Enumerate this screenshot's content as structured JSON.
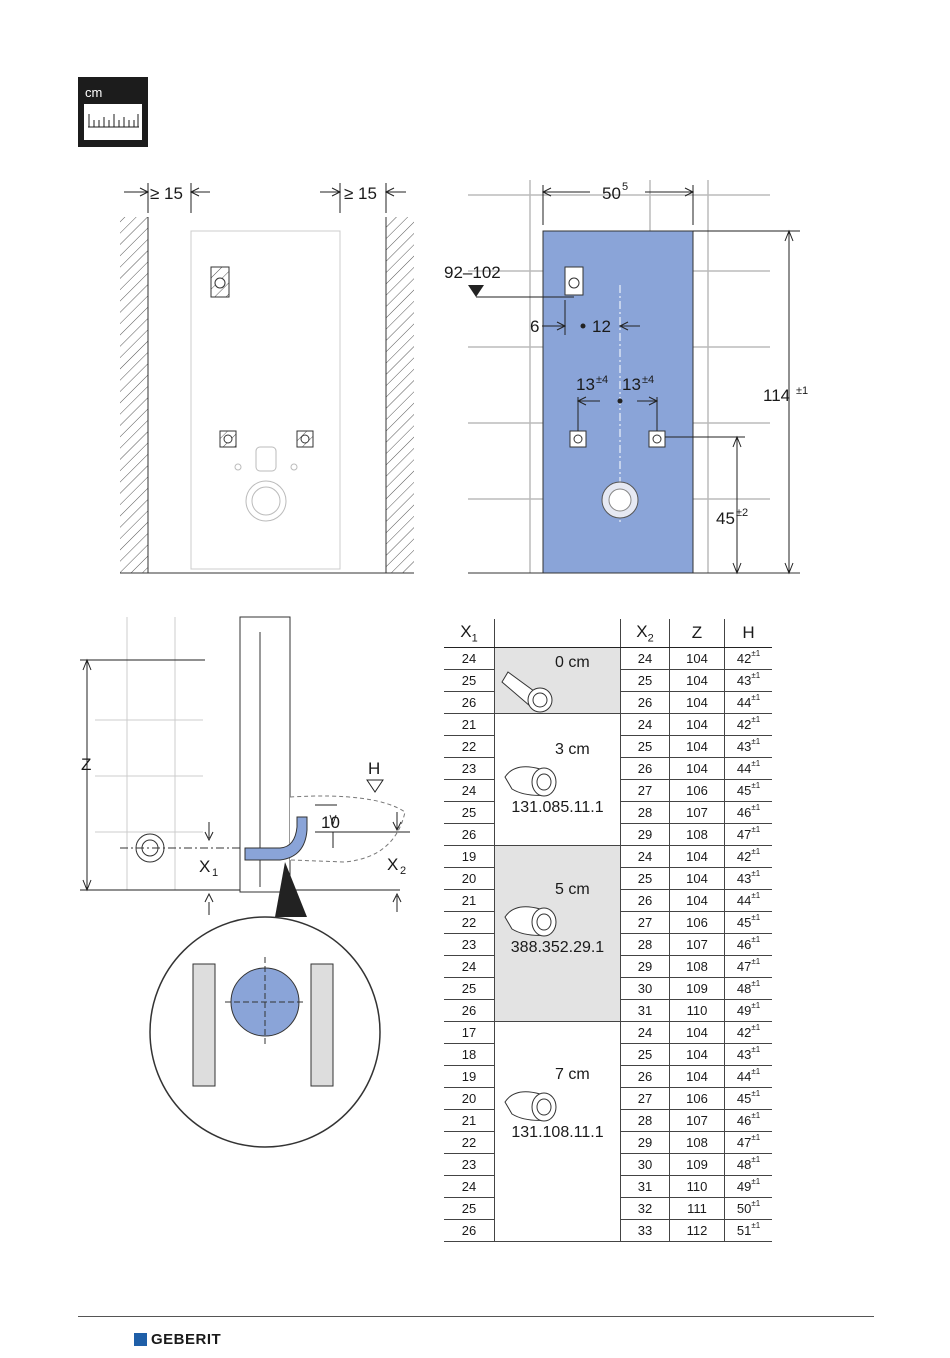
{
  "unit_badge": {
    "label": "cm",
    "icon": "ruler-icon"
  },
  "front_view": {
    "clearance_left": "≥ 15",
    "clearance_right": "≥ 15"
  },
  "dims_view": {
    "width": "50",
    "width_sup": "5",
    "height": "114",
    "height_sup": "±1",
    "top_range": "92–102",
    "left_offset": "6",
    "center_offset": "12",
    "spacing_left": "13",
    "spacing_left_sup": "±4",
    "spacing_right": "13",
    "spacing_right_sup": "±4",
    "low_height": "45",
    "low_height_sup": "±2",
    "panel_color": "#8aa4d8"
  },
  "side_view": {
    "z_label": "Z",
    "h_label": "H",
    "dim_10": "10",
    "x1_label": "X",
    "x1_sub": "1",
    "x2_label": "X",
    "x2_sub": "2",
    "pipe_color": "#8aa4d8"
  },
  "table": {
    "headers": {
      "x1": "X",
      "x1_sub": "1",
      "x2": "X",
      "x2_sub": "2",
      "z": "Z",
      "h": "H"
    },
    "groups": [
      {
        "fitting": "0 cm",
        "code": "",
        "shaded": true,
        "rows": [
          {
            "x1": "24",
            "x2": "24",
            "z": "104",
            "h": "42",
            "tol": "±1"
          },
          {
            "x1": "25",
            "x2": "25",
            "z": "104",
            "h": "43",
            "tol": "±1"
          },
          {
            "x1": "26",
            "x2": "26",
            "z": "104",
            "h": "44",
            "tol": "±1"
          }
        ]
      },
      {
        "fitting": "3 cm",
        "code": "131.085.11.1",
        "shaded": false,
        "rows": [
          {
            "x1": "21",
            "x2": "24",
            "z": "104",
            "h": "42",
            "tol": "±1"
          },
          {
            "x1": "22",
            "x2": "25",
            "z": "104",
            "h": "43",
            "tol": "±1"
          },
          {
            "x1": "23",
            "x2": "26",
            "z": "104",
            "h": "44",
            "tol": "±1"
          },
          {
            "x1": "24",
            "x2": "27",
            "z": "106",
            "h": "45",
            "tol": "±1"
          },
          {
            "x1": "25",
            "x2": "28",
            "z": "107",
            "h": "46",
            "tol": "±1"
          },
          {
            "x1": "26",
            "x2": "29",
            "z": "108",
            "h": "47",
            "tol": "±1"
          }
        ]
      },
      {
        "fitting": "5 cm",
        "code": "388.352.29.1",
        "shaded": true,
        "rows": [
          {
            "x1": "19",
            "x2": "24",
            "z": "104",
            "h": "42",
            "tol": "±1"
          },
          {
            "x1": "20",
            "x2": "25",
            "z": "104",
            "h": "43",
            "tol": "±1"
          },
          {
            "x1": "21",
            "x2": "26",
            "z": "104",
            "h": "44",
            "tol": "±1"
          },
          {
            "x1": "22",
            "x2": "27",
            "z": "106",
            "h": "45",
            "tol": "±1"
          },
          {
            "x1": "23",
            "x2": "28",
            "z": "107",
            "h": "46",
            "tol": "±1"
          },
          {
            "x1": "24",
            "x2": "29",
            "z": "108",
            "h": "47",
            "tol": "±1"
          },
          {
            "x1": "25",
            "x2": "30",
            "z": "109",
            "h": "48",
            "tol": "±1"
          },
          {
            "x1": "26",
            "x2": "31",
            "z": "110",
            "h": "49",
            "tol": "±1"
          }
        ]
      },
      {
        "fitting": "7 cm",
        "code": "131.108.11.1",
        "shaded": false,
        "rows": [
          {
            "x1": "17",
            "x2": "24",
            "z": "104",
            "h": "42",
            "tol": "±1"
          },
          {
            "x1": "18",
            "x2": "25",
            "z": "104",
            "h": "43",
            "tol": "±1"
          },
          {
            "x1": "19",
            "x2": "26",
            "z": "104",
            "h": "44",
            "tol": "±1"
          },
          {
            "x1": "20",
            "x2": "27",
            "z": "106",
            "h": "45",
            "tol": "±1"
          },
          {
            "x1": "21",
            "x2": "28",
            "z": "107",
            "h": "46",
            "tol": "±1"
          },
          {
            "x1": "22",
            "x2": "29",
            "z": "108",
            "h": "47",
            "tol": "±1"
          },
          {
            "x1": "23",
            "x2": "30",
            "z": "109",
            "h": "48",
            "tol": "±1"
          },
          {
            "x1": "24",
            "x2": "31",
            "z": "110",
            "h": "49",
            "tol": "±1"
          },
          {
            "x1": "25",
            "x2": "32",
            "z": "111",
            "h": "50",
            "tol": "±1"
          },
          {
            "x1": "26",
            "x2": "33",
            "z": "112",
            "h": "51",
            "tol": "±1"
          }
        ]
      }
    ]
  },
  "footer": {
    "brand": "GEBERIT",
    "brand_color": "#1f5fa8"
  }
}
